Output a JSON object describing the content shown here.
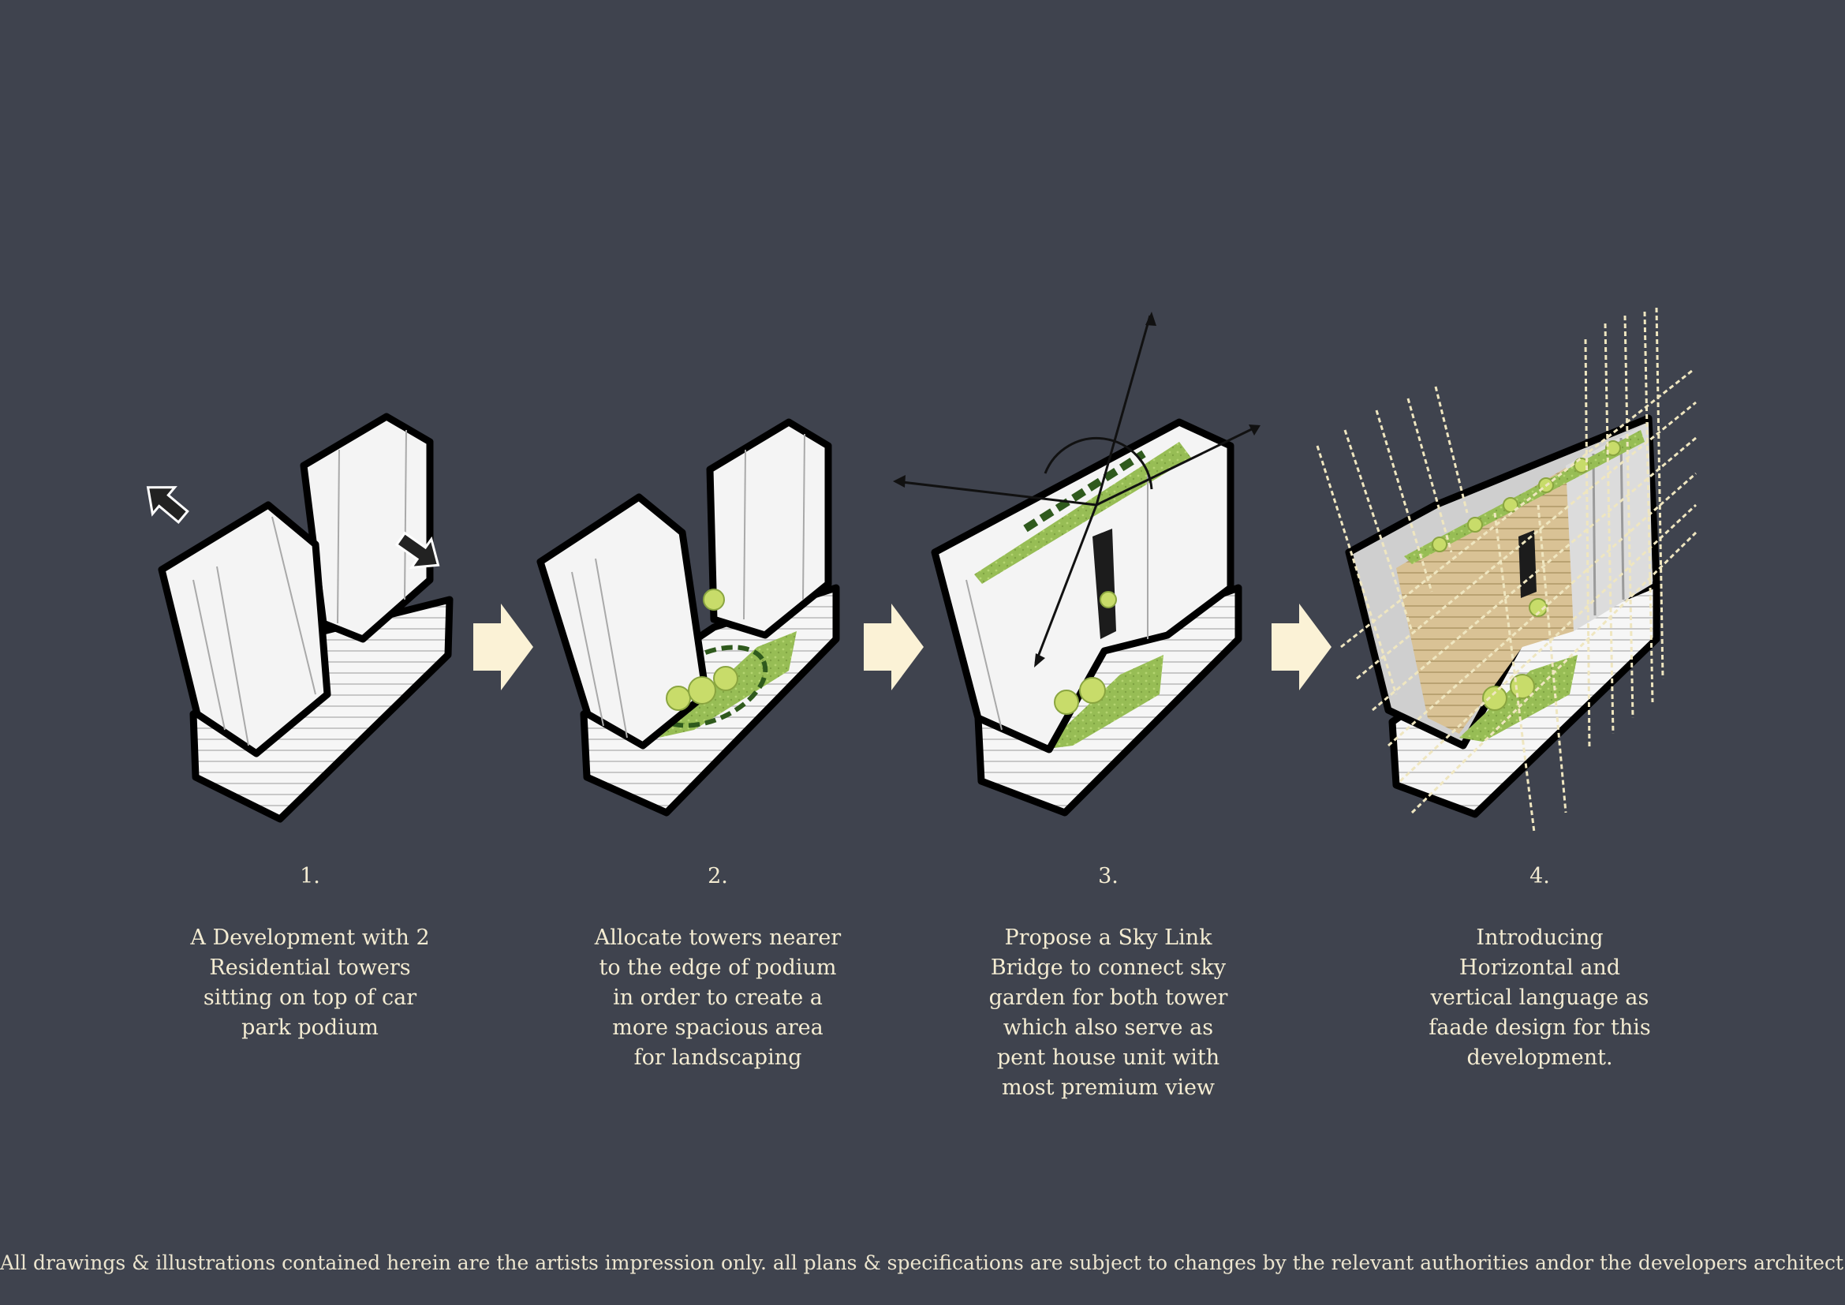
{
  "steps": [
    {
      "number": "1.",
      "lines": [
        "A Development with 2",
        "Residential towers",
        "sitting on top of car",
        "park podium"
      ]
    },
    {
      "number": "2.",
      "lines": [
        "Allocate towers nearer",
        "to the edge of podium",
        "in order to create a",
        "more spacious area",
        "for landscaping"
      ]
    },
    {
      "number": "3.",
      "lines": [
        "Propose a Sky Link",
        "Bridge to connect sky",
        "garden for both tower",
        "which also serve as",
        "pent house unit with",
        "most premium view"
      ]
    },
    {
      "number": "4.",
      "lines": [
        "Introducing",
        "Horizontal and",
        "vertical language as",
        "faade design for this",
        "development."
      ]
    }
  ],
  "disclaimer": "All drawings & illustrations contained herein are the artists impression only. all plans & specifications are subject to changes by the relevant authorities andor the developers architect.",
  "colors": {
    "background": "#3f434e",
    "text": "#f4ecd2",
    "arrow": "#fbf2d6",
    "building": "#f4f4f4",
    "outline": "#000000",
    "landscape": "#9bc25a",
    "tree": "#c8dc6a",
    "timber": "#d9c295",
    "facade_line": "#efe6c0"
  }
}
